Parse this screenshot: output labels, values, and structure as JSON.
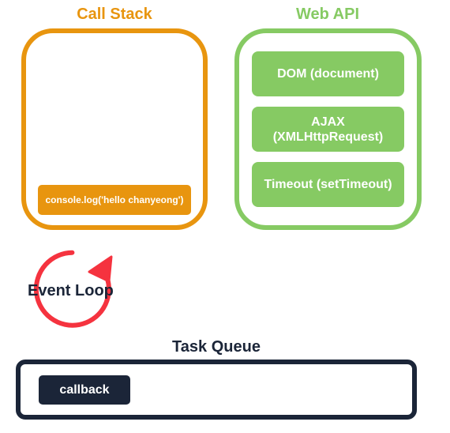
{
  "call_stack": {
    "title": "Call Stack",
    "frames": [
      "console.log('hello chanyeong')"
    ]
  },
  "web_api": {
    "title": "Web API",
    "items": [
      {
        "line1": "DOM (document)"
      },
      {
        "line1": "AJAX",
        "line2": "(XMLHttpRequest)"
      },
      {
        "line1": "Timeout (setTimeout)"
      }
    ]
  },
  "event_loop": {
    "label": "Event Loop"
  },
  "task_queue": {
    "title": "Task Queue",
    "items": [
      "callback"
    ]
  },
  "colors": {
    "call_stack": "#E8950F",
    "web_api": "#86CA63",
    "event_loop": "#F5333F",
    "task_queue": "#1B2538"
  }
}
